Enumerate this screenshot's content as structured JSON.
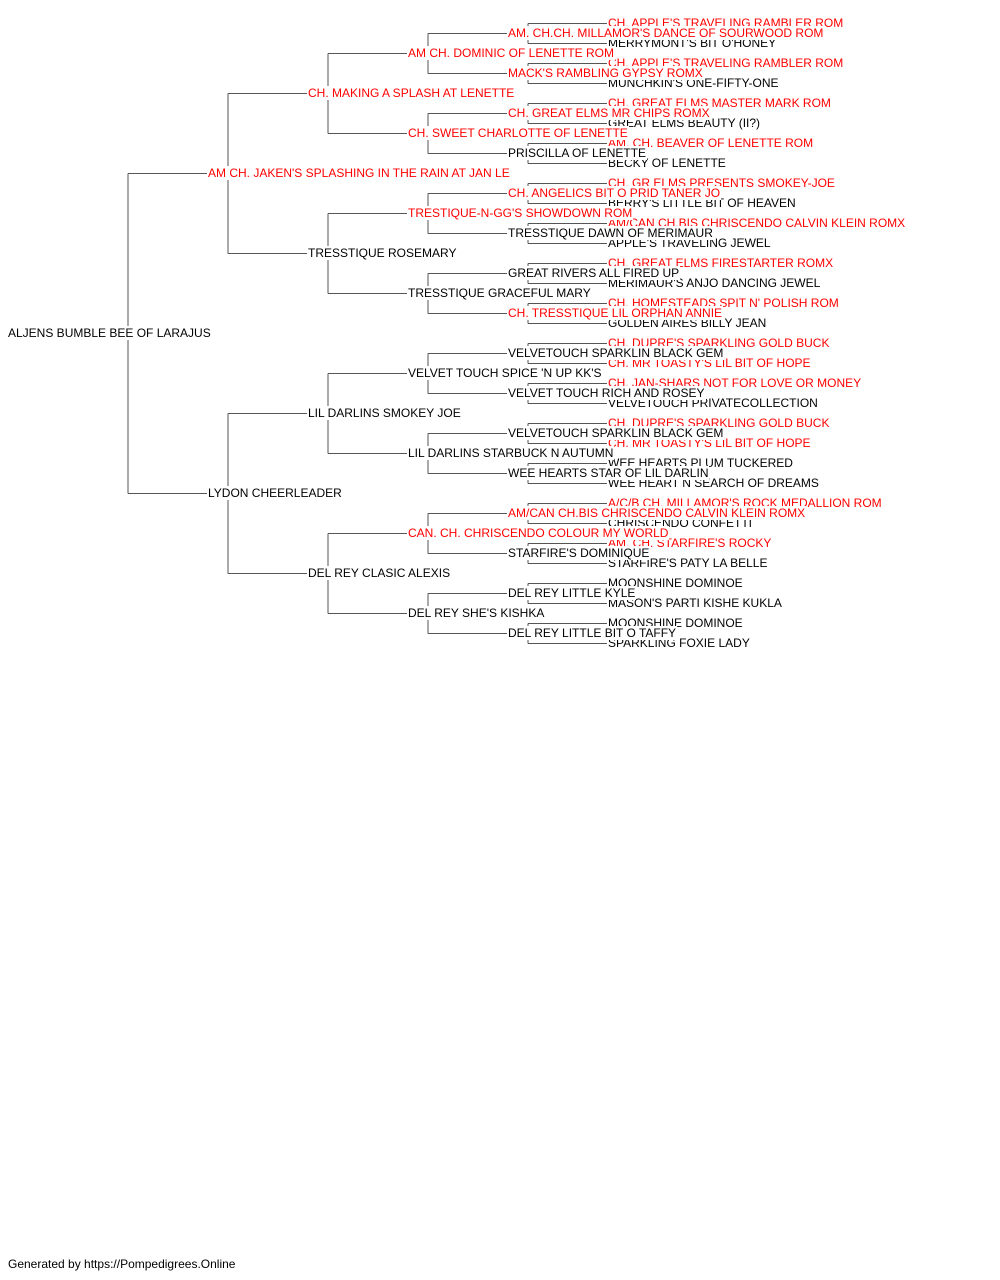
{
  "pedigree": {
    "name": "ALJENS BUMBLE BEE OF LARAJUS",
    "ch": false,
    "sire": {
      "name": "AM CH. JAKEN'S SPLASHING IN THE RAIN AT JAN LE",
      "ch": true,
      "sire": {
        "name": "CH. MAKING A SPLASH AT LENETTE",
        "ch": true,
        "sire": {
          "name": "AM CH. DOMINIC OF LENETTE ROM",
          "ch": true,
          "sire": {
            "name": "AM. CH.CH. MILLAMOR'S DANCE OF SOURWOOD ROM",
            "ch": true,
            "sire": {
              "name": "CH. APPLE'S TRAVELING RAMBLER ROM",
              "ch": true
            },
            "dam": {
              "name": "MERRYMONT'S BIT O'HONEY",
              "ch": false
            }
          },
          "dam": {
            "name": "MACK'S RAMBLING GYPSY ROMX",
            "ch": true,
            "sire": {
              "name": "CH. APPLE'S TRAVELING RAMBLER ROM",
              "ch": true
            },
            "dam": {
              "name": "MUNCHKIN'S ONE-FIFTY-ONE",
              "ch": false
            }
          }
        },
        "dam": {
          "name": "CH. SWEET CHARLOTTE OF LENETTE",
          "ch": true,
          "sire": {
            "name": "CH. GREAT ELMS MR CHIPS ROMX",
            "ch": true,
            "sire": {
              "name": "CH. GREAT ELMS MASTER MARK ROM",
              "ch": true
            },
            "dam": {
              "name": "GREAT ELMS BEAUTY (II?)",
              "ch": false
            }
          },
          "dam": {
            "name": "PRISCILLA OF LENETTE",
            "ch": false,
            "sire": {
              "name": "AM. CH. BEAVER OF LENETTE ROM",
              "ch": true
            },
            "dam": {
              "name": "BECKY OF LENETTE",
              "ch": false
            }
          }
        }
      },
      "dam": {
        "name": "TRESSTIQUE ROSEMARY",
        "ch": false,
        "sire": {
          "name": "TRESTIQUE-N-GG'S SHOWDOWN ROM",
          "ch": true,
          "sire": {
            "name": "CH. ANGELICS BIT O PRID TANER JO",
            "ch": true,
            "sire": {
              "name": "CH. GR ELMS PRESENTS SMOKEY-JOE",
              "ch": true
            },
            "dam": {
              "name": "BERRY'S LITTLE BIT OF HEAVEN",
              "ch": false
            }
          },
          "dam": {
            "name": "TRESSTIQUE DAWN OF MERIMAUR",
            "ch": false,
            "sire": {
              "name": "AM/CAN CH.BIS CHRISCENDO CALVIN KLEIN ROMX",
              "ch": true
            },
            "dam": {
              "name": "APPLE'S TRAVELING JEWEL",
              "ch": false
            }
          }
        },
        "dam": {
          "name": "TRESSTIQUE GRACEFUL MARY",
          "ch": false,
          "sire": {
            "name": "GREAT RIVERS ALL FIRED UP",
            "ch": false,
            "sire": {
              "name": "CH. GREAT ELMS FIRESTARTER ROMX",
              "ch": true
            },
            "dam": {
              "name": "MERIMAUR'S ANJO DANCING JEWEL",
              "ch": false
            }
          },
          "dam": {
            "name": "CH. TRESSTIQUE LIL ORPHAN ANNIE",
            "ch": true,
            "sire": {
              "name": "CH. HOMESTEADS SPIT N' POLISH ROM",
              "ch": true
            },
            "dam": {
              "name": "GOLDEN AIRES BILLY JEAN",
              "ch": false
            }
          }
        }
      }
    },
    "dam": {
      "name": "LYDON CHEERLEADER",
      "ch": false,
      "sire": {
        "name": "LIL DARLINS SMOKEY JOE",
        "ch": false,
        "sire": {
          "name": "VELVET TOUCH SPICE 'N UP KK'S",
          "ch": false,
          "sire": {
            "name": "VELVETOUCH SPARKLIN BLACK GEM",
            "ch": false,
            "sire": {
              "name": "CH. DUPRE'S SPARKLING GOLD BUCK",
              "ch": true
            },
            "dam": {
              "name": "CH. MR TOASTY'S LIL BIT OF HOPE",
              "ch": true
            }
          },
          "dam": {
            "name": "VELVET TOUCH RICH AND ROSEY",
            "ch": false,
            "sire": {
              "name": "CH. JAN-SHARS NOT FOR LOVE OR MONEY",
              "ch": true
            },
            "dam": {
              "name": "VELVETOUCH PRIVATECOLLECTION",
              "ch": false
            }
          }
        },
        "dam": {
          "name": "LIL DARLINS STARBUCK N AUTUMN",
          "ch": false,
          "sire": {
            "name": "VELVETOUCH SPARKLIN BLACK GEM",
            "ch": false,
            "sire": {
              "name": "CH. DUPRE'S SPARKLING GOLD BUCK",
              "ch": true
            },
            "dam": {
              "name": "CH. MR TOASTY'S LIL BIT OF HOPE",
              "ch": true
            }
          },
          "dam": {
            "name": "WEE HEARTS STAR OF LIL DARLIN",
            "ch": false,
            "sire": {
              "name": "WEE HEARTS PLUM TUCKERED",
              "ch": false
            },
            "dam": {
              "name": "WEE HEART N SEARCH OF DREAMS",
              "ch": false
            }
          }
        }
      },
      "dam": {
        "name": "DEL REY CLASIC ALEXIS",
        "ch": false,
        "sire": {
          "name": "CAN. CH. CHRISCENDO COLOUR MY WORLD",
          "ch": true,
          "sire": {
            "name": "AM/CAN CH.BIS CHRISCENDO CALVIN KLEIN ROMX",
            "ch": true,
            "sire": {
              "name": "A/C/B CH. MILLAMOR'S ROCK MEDALLION ROM",
              "ch": true
            },
            "dam": {
              "name": "CHRISCENDO CONFETTI",
              "ch": false
            }
          },
          "dam": {
            "name": "STARFIRE'S DOMINIQUE",
            "ch": false,
            "sire": {
              "name": "AM. CH. STARFIRE'S ROCKY",
              "ch": true
            },
            "dam": {
              "name": "STARFIRE'S PATY LA BELLE",
              "ch": false
            }
          }
        },
        "dam": {
          "name": "DEL REY SHE'S KISHKA",
          "ch": false,
          "sire": {
            "name": "DEL REY LITTLE KYLE",
            "ch": false,
            "sire": {
              "name": "MOONSHINE DOMINOE",
              "ch": false
            },
            "dam": {
              "name": "MASON'S PARTI KISHE KUKLA",
              "ch": false
            }
          },
          "dam": {
            "name": "DEL REY LITTLE BIT O TAFFY",
            "ch": false,
            "sire": {
              "name": "MOONSHINE DOMINOE",
              "ch": false
            },
            "dam": {
              "name": "SPARKLING FOXIE LADY",
              "ch": false
            }
          }
        }
      }
    }
  },
  "footer": "Generated by https://Pompedigrees.Online",
  "colors": {
    "champion": "#ff0000",
    "plain": "#000000",
    "line": "#555555"
  }
}
